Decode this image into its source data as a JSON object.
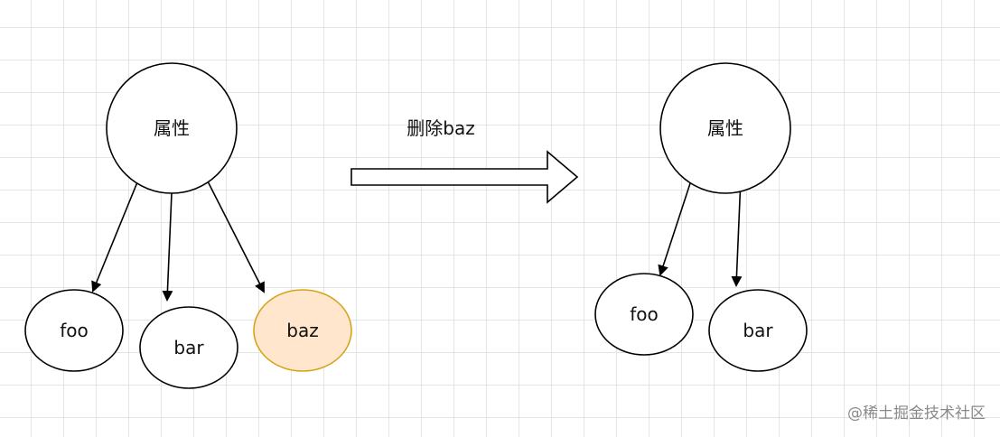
{
  "left_tree": {
    "root": "属性",
    "children": [
      "foo",
      "bar",
      "baz"
    ],
    "highlighted_child": "baz"
  },
  "transition": {
    "label": "删除baz"
  },
  "right_tree": {
    "root": "属性",
    "children": [
      "foo",
      "bar"
    ]
  },
  "colors": {
    "highlight_fill": "#ffe6cc",
    "highlight_stroke": "#d6a41c",
    "grid": "#e4e4e4"
  },
  "watermark": "@稀土掘金技术社区"
}
